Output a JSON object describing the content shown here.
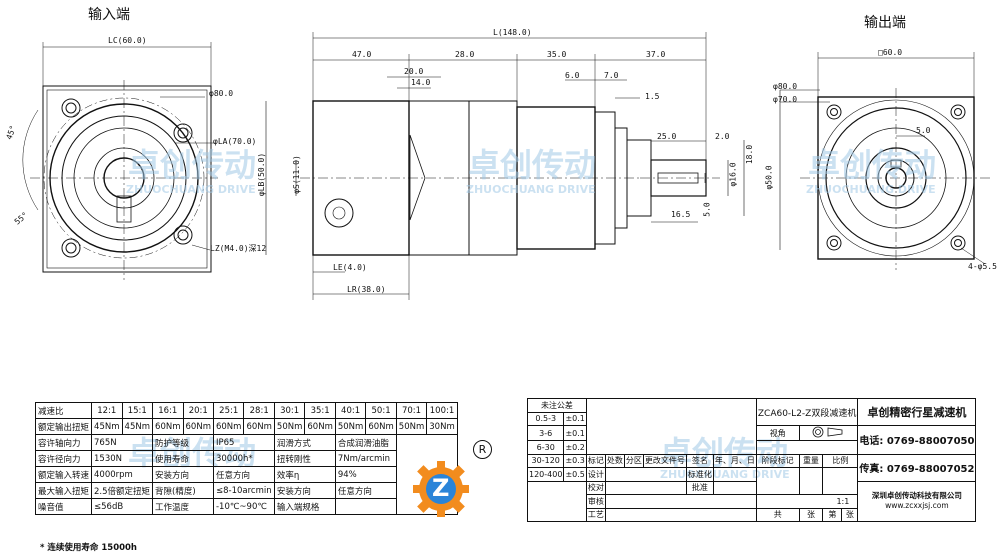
{
  "views": {
    "input_title": "输入端",
    "output_title": "输出端"
  },
  "dimensions": {
    "input": {
      "lc": "LC(60.0)",
      "d80": "φ80.0",
      "la": "φLA(70.0)",
      "lz": "LZ(M4.0)深12",
      "a45": "45°",
      "a55": "55°"
    },
    "side": {
      "l_total": "L(148.0)",
      "d47": "47.0",
      "d28": "28.0",
      "d35": "35.0",
      "d37": "37.0",
      "d20": "20.0",
      "d14": "14.0",
      "d6": "6.0",
      "d7": "7.0",
      "d15": "1.5",
      "d25": "25.0",
      "d2": "2.0",
      "d18": "18.0",
      "d16": "φ16.0",
      "d165": "16.5",
      "d5": "5.0",
      "lb": "φLB(50.0)",
      "s": "φS(11.0)",
      "le": "LE(4.0)",
      "lr": "LR(38.0)",
      "d50": "φ50.0"
    },
    "output": {
      "sq60": "□60.0",
      "d80": "φ80.0",
      "d70": "φ70.0",
      "d5": "5.0",
      "holes": "4-φ5.5"
    }
  },
  "watermark": {
    "brand": "卓创传动",
    "brand_en": "ZHUOCHUANG DRIVE"
  },
  "spec_table": {
    "rows": [
      [
        "减速比",
        "12:1",
        "15:1",
        "16:1",
        "20:1",
        "25:1",
        "28:1",
        "30:1",
        "35:1",
        "40:1",
        "50:1",
        "70:1",
        "100:1"
      ],
      [
        "额定输出扭矩",
        "45Nm",
        "45Nm",
        "60Nm",
        "60Nm",
        "60Nm",
        "60Nm",
        "50Nm",
        "60Nm",
        "50Nm",
        "60Nm",
        "50Nm",
        "30Nm"
      ]
    ],
    "props": [
      [
        "容许轴向力",
        "765N",
        "防护等级",
        "IP65",
        "润滑方式",
        "合成润滑油脂"
      ],
      [
        "容许径向力",
        "1530N",
        "使用寿命",
        "30000h*",
        "扭转刚性",
        "7Nm/arcmin"
      ],
      [
        "额定输入转速",
        "4000rpm",
        "安装方向",
        "任意方向",
        "效率η",
        "94%"
      ],
      [
        "最大输入扭矩",
        "2.5倍额定扭矩",
        "背隙(精度)",
        "≤8-10arcmin",
        "安装方向",
        "任意方向"
      ],
      [
        "噪音值",
        "≤56dB",
        "工作温度",
        "-10℃~90℃",
        "输入端规格",
        ""
      ]
    ],
    "footnote": "* 连续使用寿命 15000h"
  },
  "title_block": {
    "tolerance_title": "未注公差",
    "tolerances": [
      [
        "0.5-3",
        "±0.1"
      ],
      [
        "3-6",
        "±0.1"
      ],
      [
        "6-30",
        "±0.2"
      ],
      [
        "30-120",
        "±0.3"
      ],
      [
        "120-400",
        "±0.5"
      ]
    ],
    "revision_headers": [
      "标记",
      "处数",
      "分区",
      "更改文件号",
      "签名",
      "年、月、日"
    ],
    "roles": [
      "设计",
      "校对",
      "审核",
      "工艺"
    ],
    "std": "标准化",
    "approve": "批准",
    "drawing_name": "ZCA60-L2-Z双段减速机",
    "stage_mark": "阶段标记",
    "weight": "重量",
    "scale": "比例",
    "scale_value": "1:1",
    "view_label": "视角",
    "sheet_total": "共",
    "sheet_unit": "张",
    "sheet_no": "第",
    "sheet_unit2": "张",
    "product": "卓创精密行星减速机",
    "phone": "电话: 0769-88007050",
    "fax": "传真: 0769-88007052",
    "company": "深圳卓创传动科技有限公司",
    "website": "www.zcxxjsj.com"
  },
  "logo": {
    "letter": "Z",
    "registered": "R"
  }
}
